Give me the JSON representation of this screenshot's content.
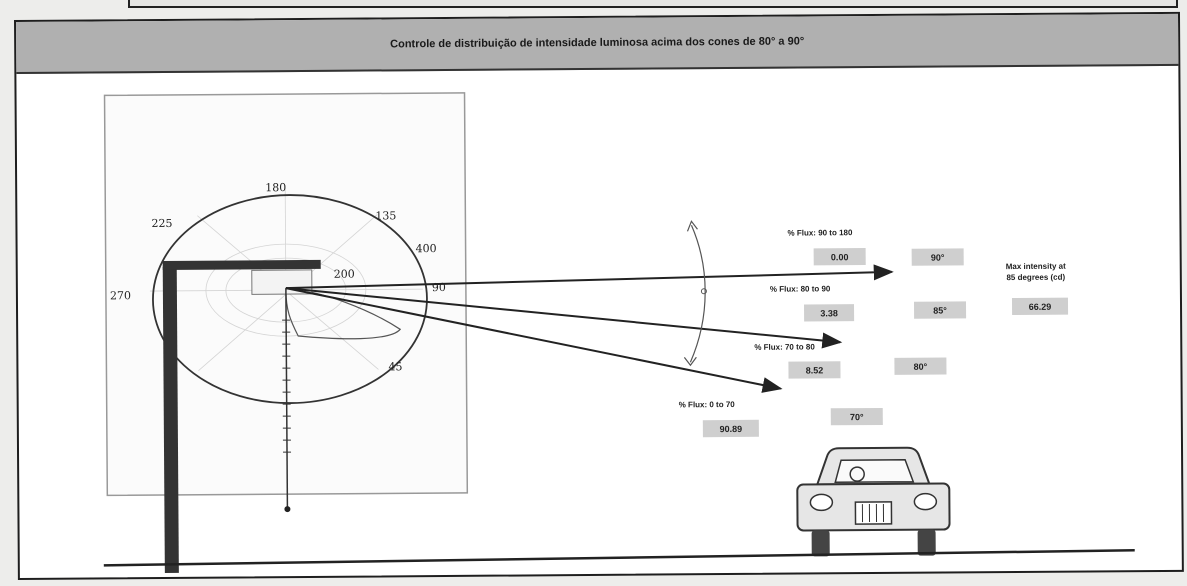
{
  "title": "Controle de distribuição de intensidade luminosa acima dos cones de 80° a 90°",
  "polar": {
    "angle_labels": [
      "180",
      "225",
      "135",
      "270",
      "90",
      "45"
    ],
    "ring_labels": [
      "400",
      "200"
    ]
  },
  "zones": [
    {
      "label": "% Flux: 90 to 180",
      "value": "0.00",
      "angle": "90°"
    },
    {
      "label": "% Flux: 80 to 90",
      "value": "3.38",
      "angle": "85°"
    },
    {
      "label": "% Flux: 70 to 80",
      "value": "8.52",
      "angle": "80°"
    },
    {
      "label": "% Flux: 0 to 70",
      "value": "90.89",
      "angle": "70°"
    }
  ],
  "max_intensity": {
    "line1": "Max intensity at",
    "line2": "85 degrees (cd)",
    "value": "66.29"
  },
  "colors": {
    "title_bar": "#b0b0b0",
    "value_box": "#cfcfcf",
    "pole": "#333333"
  }
}
